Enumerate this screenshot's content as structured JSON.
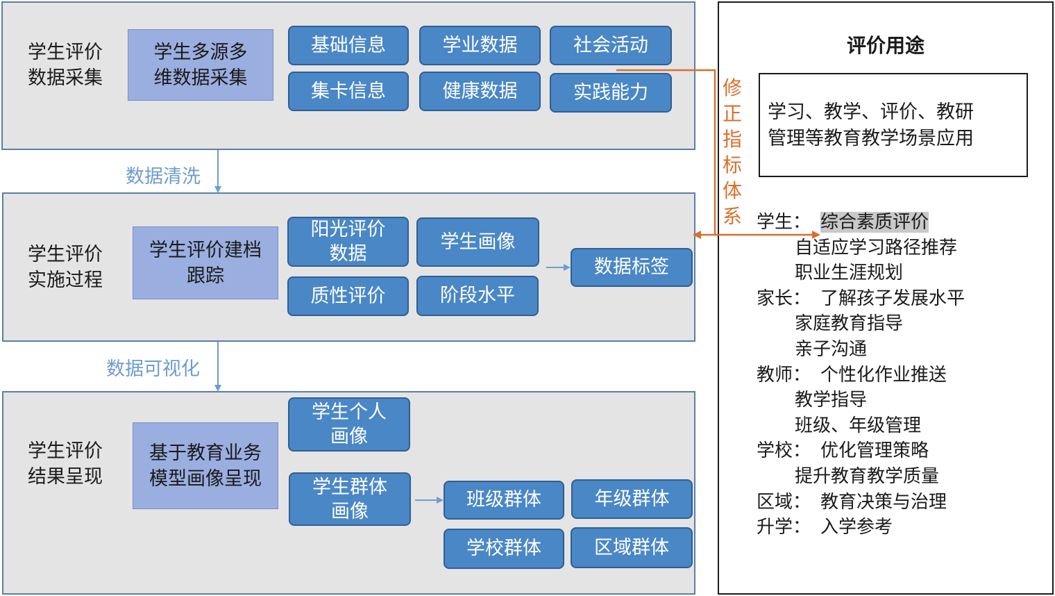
{
  "stages": [
    {
      "title_line1": "学生评价",
      "title_line2": "数据采集",
      "sub": "学生多源多维数据采集",
      "chips": [
        "基础信息",
        "学业数据",
        "社会活动",
        "集卡信息",
        "健康数据",
        "实践能力"
      ]
    },
    {
      "title_line1": "学生评价",
      "title_line2": "实施过程",
      "sub": "学生评价建档跟踪",
      "chips": [
        "阳光评价数据",
        "学生画像",
        "质性评价",
        "阶段水平"
      ],
      "target": "数据标签"
    },
    {
      "title_line1": "学生评价",
      "title_line2": "结果呈现",
      "sub": "基于教育业务模型画像呈现",
      "chips": [
        "学生个人画像",
        "学生群体画像"
      ],
      "groups": [
        "班级群体",
        "年级群体",
        "学校群体",
        "区域群体"
      ]
    }
  ],
  "flows": {
    "clean": "数据清洗",
    "visualize": "数据可视化",
    "revise": "修正指标体系"
  },
  "usage": {
    "title": "评价用途",
    "scene_line1": "学习、教学、评价、教研",
    "scene_line2": "管理等教育教学场景应用",
    "lines": [
      {
        "role": "学生：",
        "text": "综合素质评价",
        "highlight": true
      },
      {
        "role": "",
        "text": "自适应学习路径推荐"
      },
      {
        "role": "",
        "text": "职业生涯规划"
      },
      {
        "role": "家长：",
        "text": "了解孩子发展水平"
      },
      {
        "role": "",
        "text": "家庭教育指导"
      },
      {
        "role": "",
        "text": "亲子沟通"
      },
      {
        "role": "教师：",
        "text": "个性化作业推送"
      },
      {
        "role": "",
        "text": "教学指导"
      },
      {
        "role": "",
        "text": "班级、年级管理"
      },
      {
        "role": "学校：",
        "text": "优化管理策略"
      },
      {
        "role": "",
        "text": "提升教育教学质量"
      },
      {
        "role": "区域：",
        "text": "教育决策与治理"
      },
      {
        "role": "升学：",
        "text": "入学参考"
      }
    ]
  },
  "colors": {
    "panel": "#e4e4e4",
    "chip": "#4a87c6",
    "sub": "#9aaee0",
    "flow": "#6f9cd1",
    "revise": "#d96f2d"
  }
}
